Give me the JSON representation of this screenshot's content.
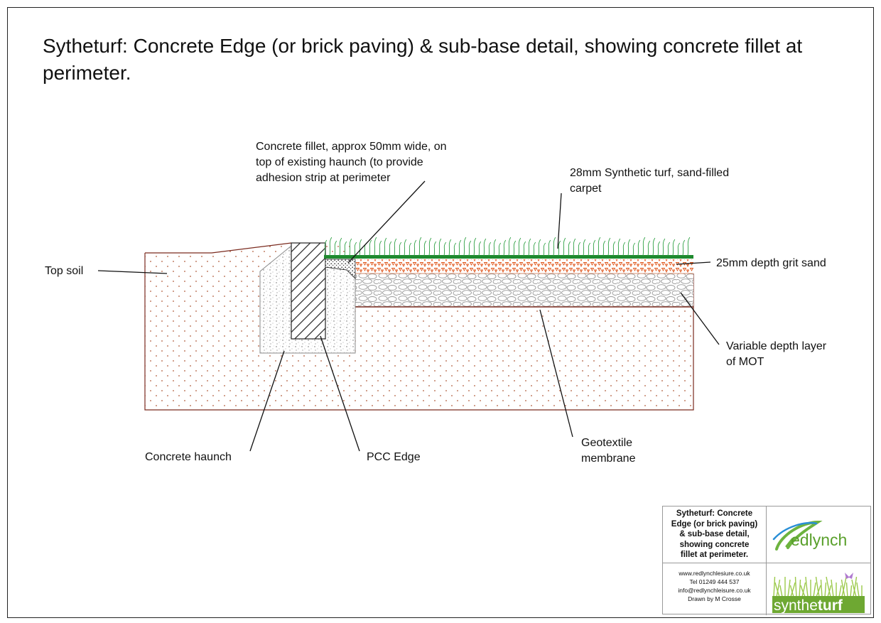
{
  "title": "Sytheturf: Concrete Edge (or brick paving) & sub-base detail, showing concrete fillet at perimeter.",
  "labels": {
    "concrete_fillet": [
      "Concrete fillet, approx 50mm wide, on",
      "top of existing haunch (to provide",
      "adhesion strip at perimeter"
    ],
    "synthetic_turf": [
      "28mm Synthetic turf, sand-filled",
      "carpet"
    ],
    "grit_sand": "25mm depth grit sand",
    "top_soil": "Top soil",
    "mot": [
      "Variable depth layer",
      "of MOT"
    ],
    "concrete_haunch": "Concrete haunch",
    "pcc_edge": "PCC Edge",
    "geotextile": [
      "Geotextile",
      "membrane"
    ]
  },
  "title_block": {
    "title_lines": [
      "Sytheturf: Concrete",
      "Edge (or brick paving)",
      "& sub-base detail,",
      "showing concrete",
      "fillet at perimeter."
    ],
    "contact": [
      "www.redlynchlesiure.co.uk",
      "Tel 01249 444 537",
      "info@redlynchleisure.co.uk",
      "Drawn by M Crosse"
    ],
    "logo_redlynch": "edlynch",
    "logo_syntheturf_a": "synthe",
    "logo_syntheturf_b": "turf"
  },
  "colors": {
    "soil_outline": "#7a2a1e",
    "turf_green": "#1f8a2e",
    "sand_orange": "#e0561b",
    "hatch": "#222222"
  }
}
